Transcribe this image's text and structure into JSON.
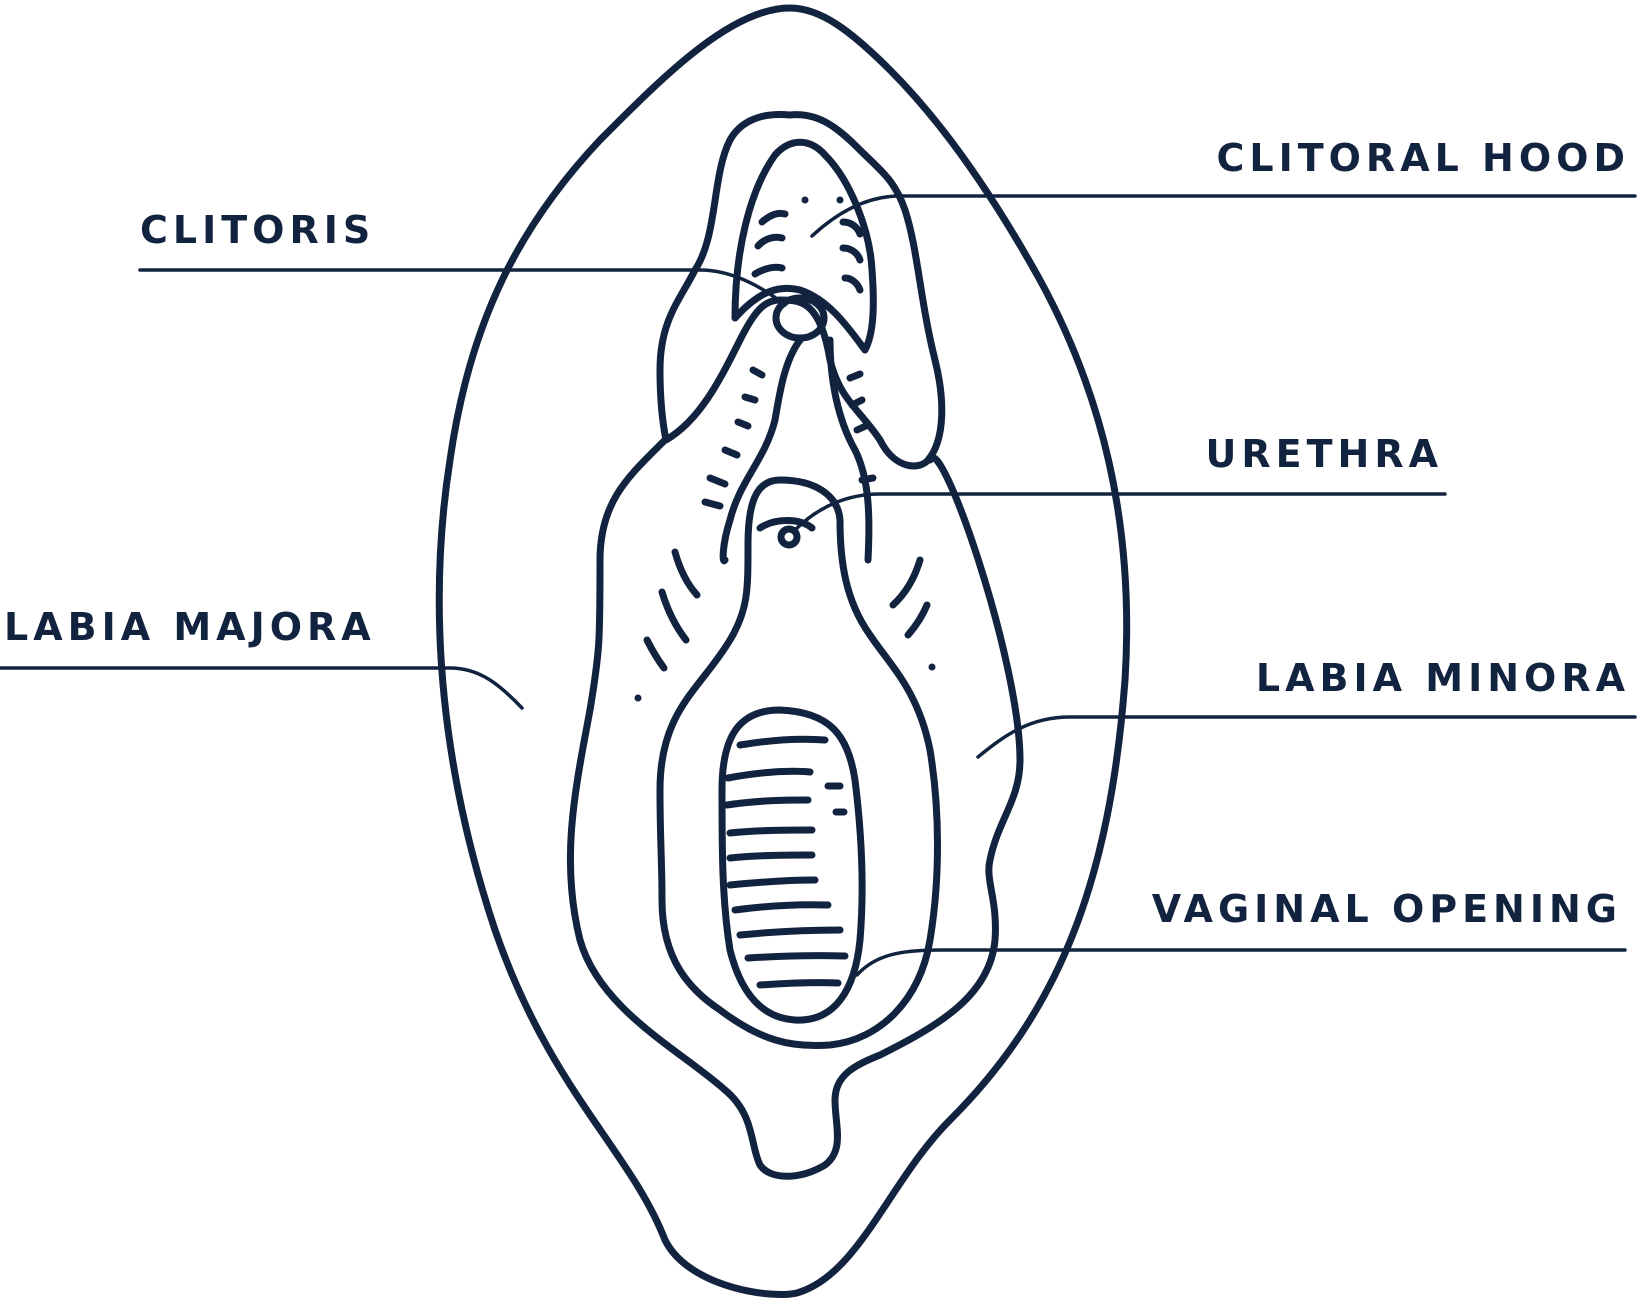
{
  "labels": {
    "clitoris": "CLITORIS",
    "labia_majora": "LABIA MAJORA",
    "clitoral_hood": "CLITORAL HOOD",
    "urethra": "URETHRA",
    "labia_minora": "LABIA MINORA",
    "vaginal_opening": "VAGINAL OPENING"
  },
  "colors": {
    "outline": "#12233f",
    "labia_majora": "#eaa820",
    "labia_minora": "#dbe7f2",
    "clitoris": "#f5b3a6",
    "vaginal_opening": "#e85353",
    "background": "#ffffff"
  }
}
